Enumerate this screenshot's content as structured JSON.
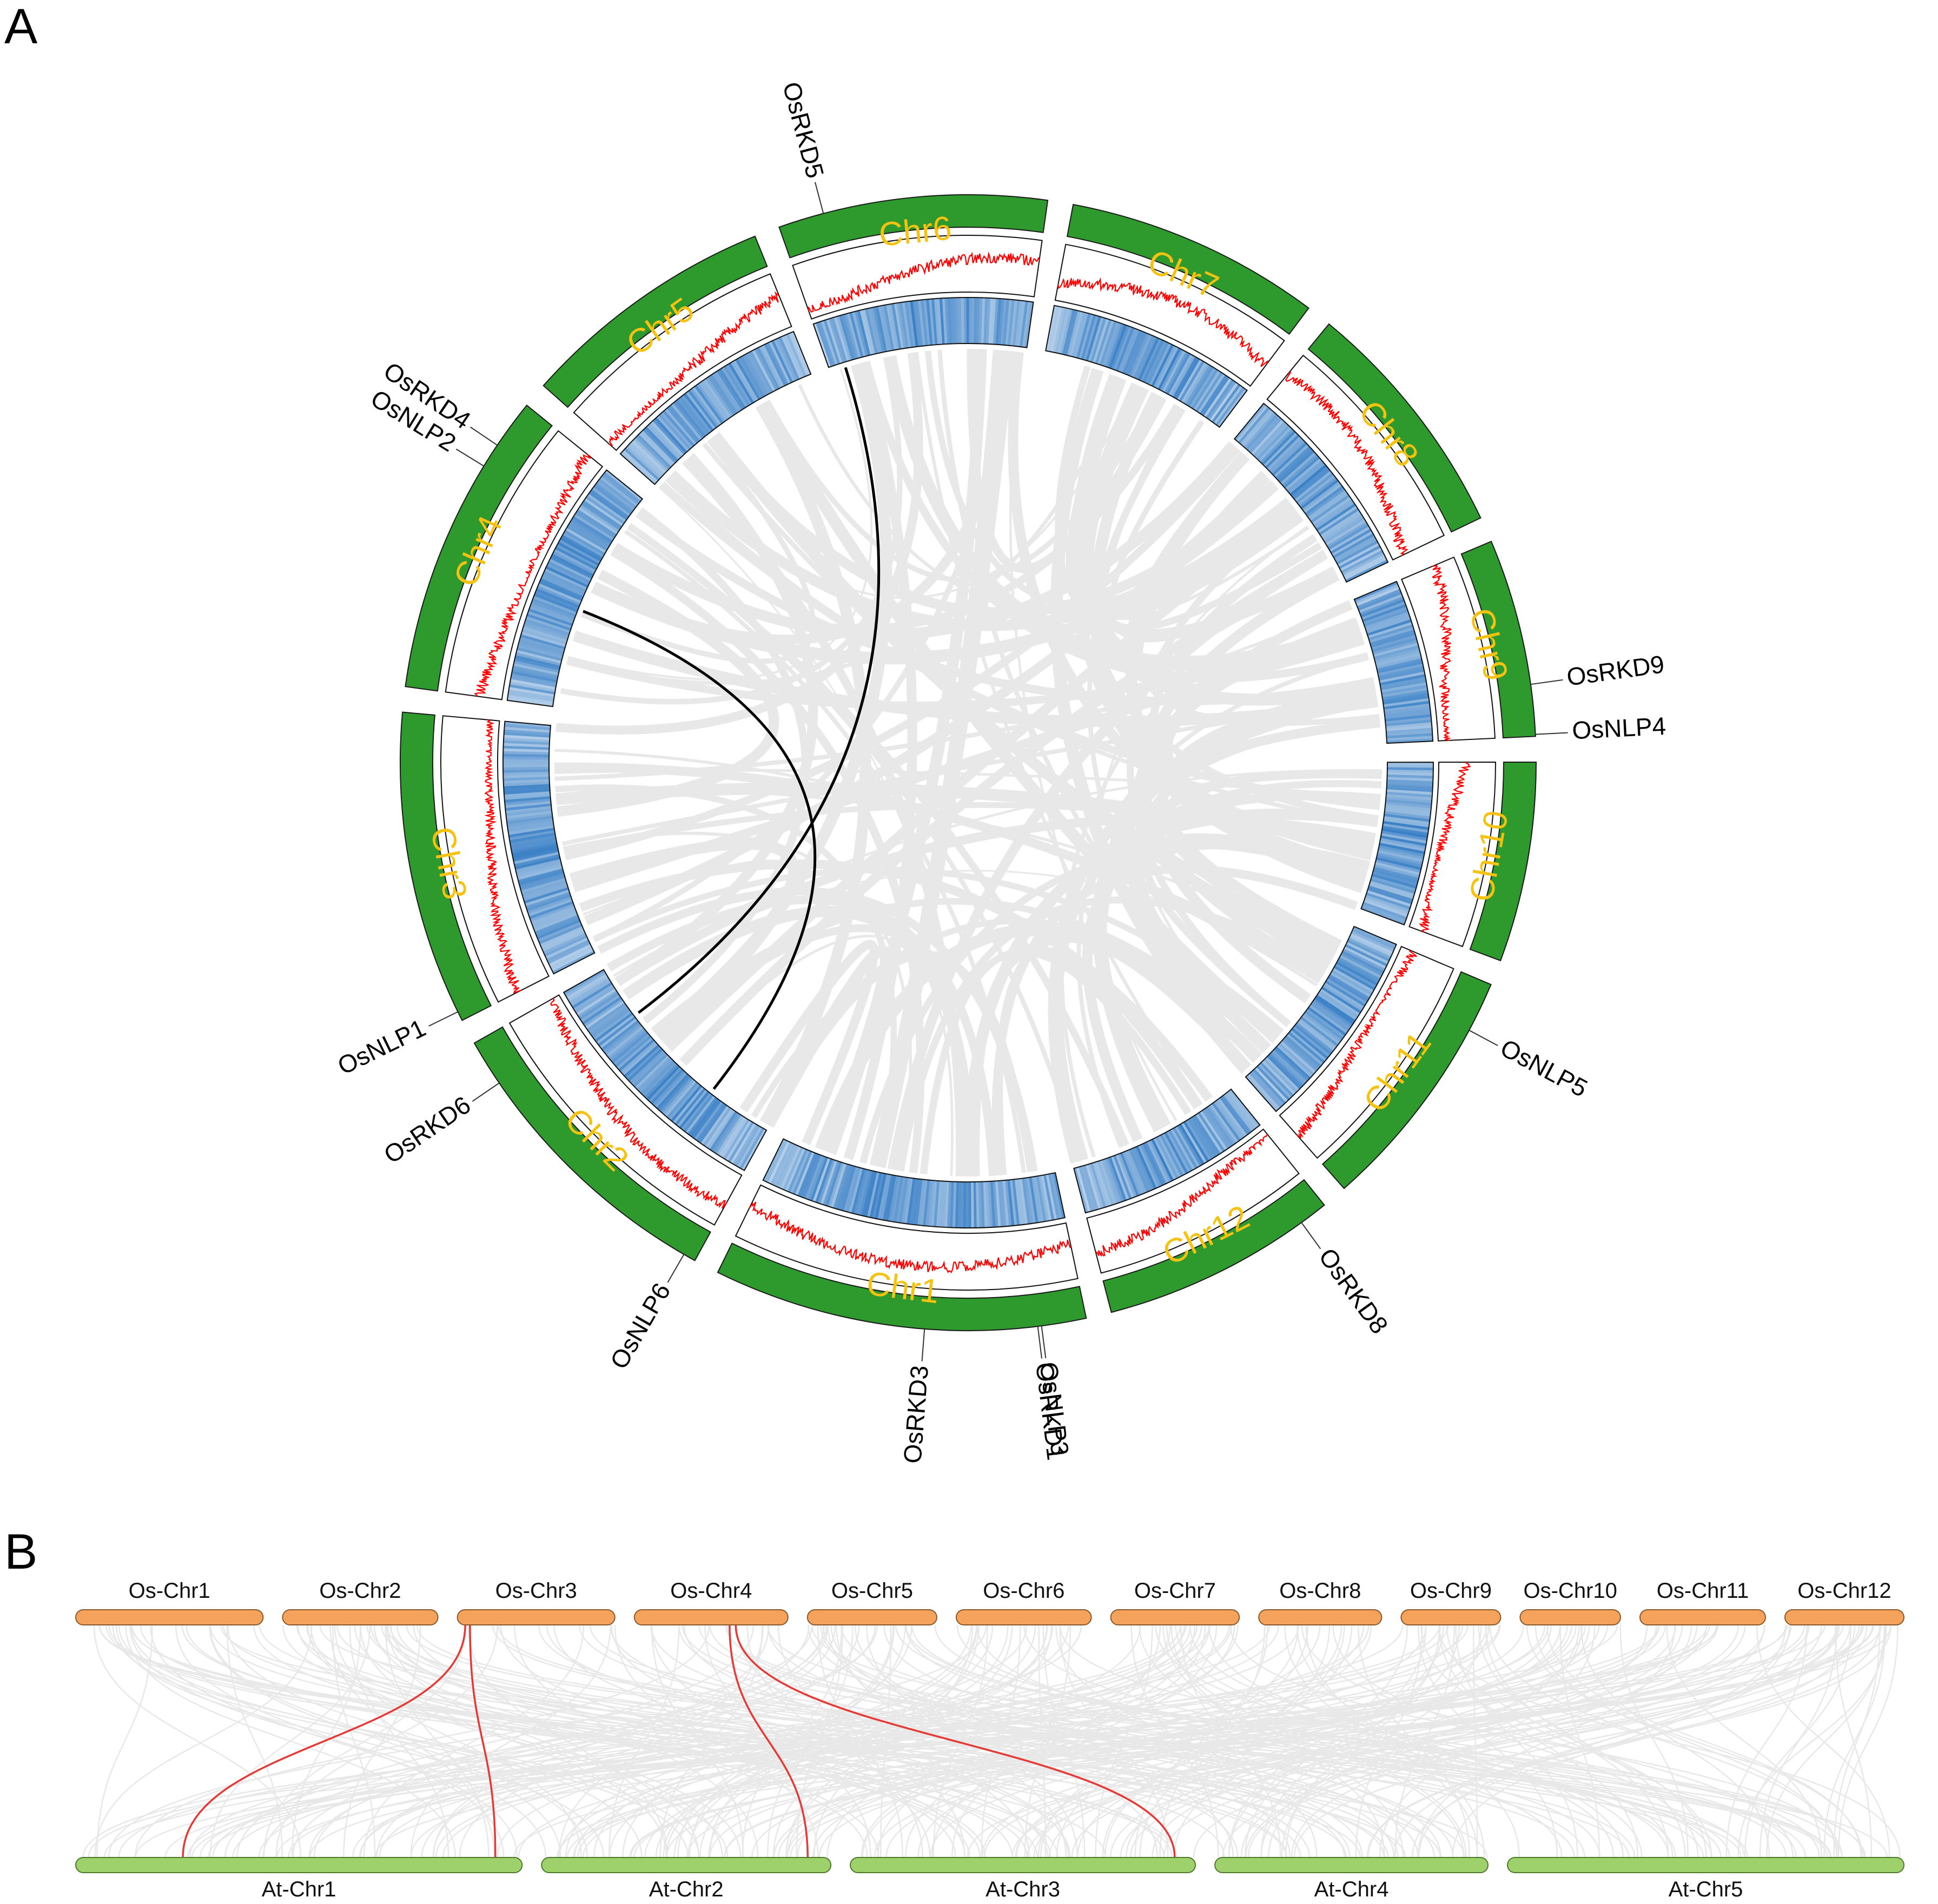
{
  "panel_a": {
    "letter": "A",
    "chromosomes": [
      {
        "name": "Chr1",
        "length": 43.3
      },
      {
        "name": "Chr2",
        "length": 35.9
      },
      {
        "name": "Chr3",
        "length": 36.4
      },
      {
        "name": "Chr4",
        "length": 35.5
      },
      {
        "name": "Chr5",
        "length": 29.9
      },
      {
        "name": "Chr6",
        "length": 31.2
      },
      {
        "name": "Chr7",
        "length": 29.7
      },
      {
        "name": "Chr8",
        "length": 28.4
      },
      {
        "name": "Chr9",
        "length": 23.0
      },
      {
        "name": "Chr10",
        "length": 23.2
      },
      {
        "name": "Chr11",
        "length": 29.0
      },
      {
        "name": "Chr12",
        "length": 27.5
      }
    ],
    "genes": [
      {
        "name": "OsNLP3",
        "chr": "Chr1",
        "pos": 0.12
      },
      {
        "name": "OsRKD1",
        "chr": "Chr1",
        "pos": 0.13
      },
      {
        "name": "OsRKD3",
        "chr": "Chr1",
        "pos": 0.43
      },
      {
        "name": "OsNLP6",
        "chr": "Chr2",
        "pos": 0.04
      },
      {
        "name": "OsRKD6",
        "chr": "Chr2",
        "pos": 0.85
      },
      {
        "name": "OsNLP1",
        "chr": "Chr3",
        "pos": 0.03
      },
      {
        "name": "OsNLP2",
        "chr": "Chr4",
        "pos": 0.76
      },
      {
        "name": "OsRKD4",
        "chr": "Chr4",
        "pos": 0.84
      },
      {
        "name": "OsRKD5",
        "chr": "Chr6",
        "pos": 0.17
      },
      {
        "name": "OsRKD9",
        "chr": "Chr9",
        "pos": 0.74
      },
      {
        "name": "OsNLP4",
        "chr": "Chr9",
        "pos": 0.99
      },
      {
        "name": "OsNLP5",
        "chr": "Chr11",
        "pos": 0.2
      },
      {
        "name": "OsRKD8",
        "chr": "Chr12",
        "pos": 0.12
      }
    ],
    "highlighted_links": [
      {
        "from_chr": "Chr6",
        "from_pos": 0.08,
        "to_chr": "Chr2",
        "to_pos": 0.76
      },
      {
        "from_chr": "Chr4",
        "from_pos": 0.44,
        "to_chr": "Chr2",
        "to_pos": 0.29
      }
    ],
    "colors": {
      "ideogram": "#2e9a2e",
      "label": "#f5c211",
      "line_track": "#ff0000",
      "heatmap": "#3d7fc0",
      "link": "#e8e8e8",
      "highlight": "#000000"
    }
  },
  "panel_b": {
    "letter": "B",
    "os_chromosomes": [
      {
        "name": "Os-Chr1",
        "length": 43.3
      },
      {
        "name": "Os-Chr2",
        "length": 35.9
      },
      {
        "name": "Os-Chr3",
        "length": 36.4
      },
      {
        "name": "Os-Chr4",
        "length": 35.5
      },
      {
        "name": "Os-Chr5",
        "length": 29.9
      },
      {
        "name": "Os-Chr6",
        "length": 31.2
      },
      {
        "name": "Os-Chr7",
        "length": 29.7
      },
      {
        "name": "Os-Chr8",
        "length": 28.4
      },
      {
        "name": "Os-Chr9",
        "length": 23.0
      },
      {
        "name": "Os-Chr10",
        "length": 23.2
      },
      {
        "name": "Os-Chr11",
        "length": 29.0
      },
      {
        "name": "Os-Chr12",
        "length": 27.5
      }
    ],
    "at_chromosomes": [
      {
        "name": "At-Chr1",
        "length": 30.4
      },
      {
        "name": "At-Chr2",
        "length": 19.7
      },
      {
        "name": "At-Chr3",
        "length": 23.5
      },
      {
        "name": "At-Chr4",
        "length": 18.6
      },
      {
        "name": "At-Chr5",
        "length": 27.0
      }
    ],
    "highlighted_links": [
      {
        "os": "Os-Chr3",
        "os_pos": 0.05,
        "at": "At-Chr1",
        "at_pos": 0.24
      },
      {
        "os": "Os-Chr3",
        "os_pos": 0.08,
        "at": "At-Chr1",
        "at_pos": 0.94
      },
      {
        "os": "Os-Chr4",
        "os_pos": 0.62,
        "at": "At-Chr2",
        "at_pos": 0.92
      },
      {
        "os": "Os-Chr4",
        "os_pos": 0.66,
        "at": "At-Chr3",
        "at_pos": 0.94
      }
    ],
    "colors": {
      "os": "#f5a25d",
      "at": "#9ed16b",
      "link": "#e8e8e8",
      "highlight": "#e53935"
    }
  }
}
